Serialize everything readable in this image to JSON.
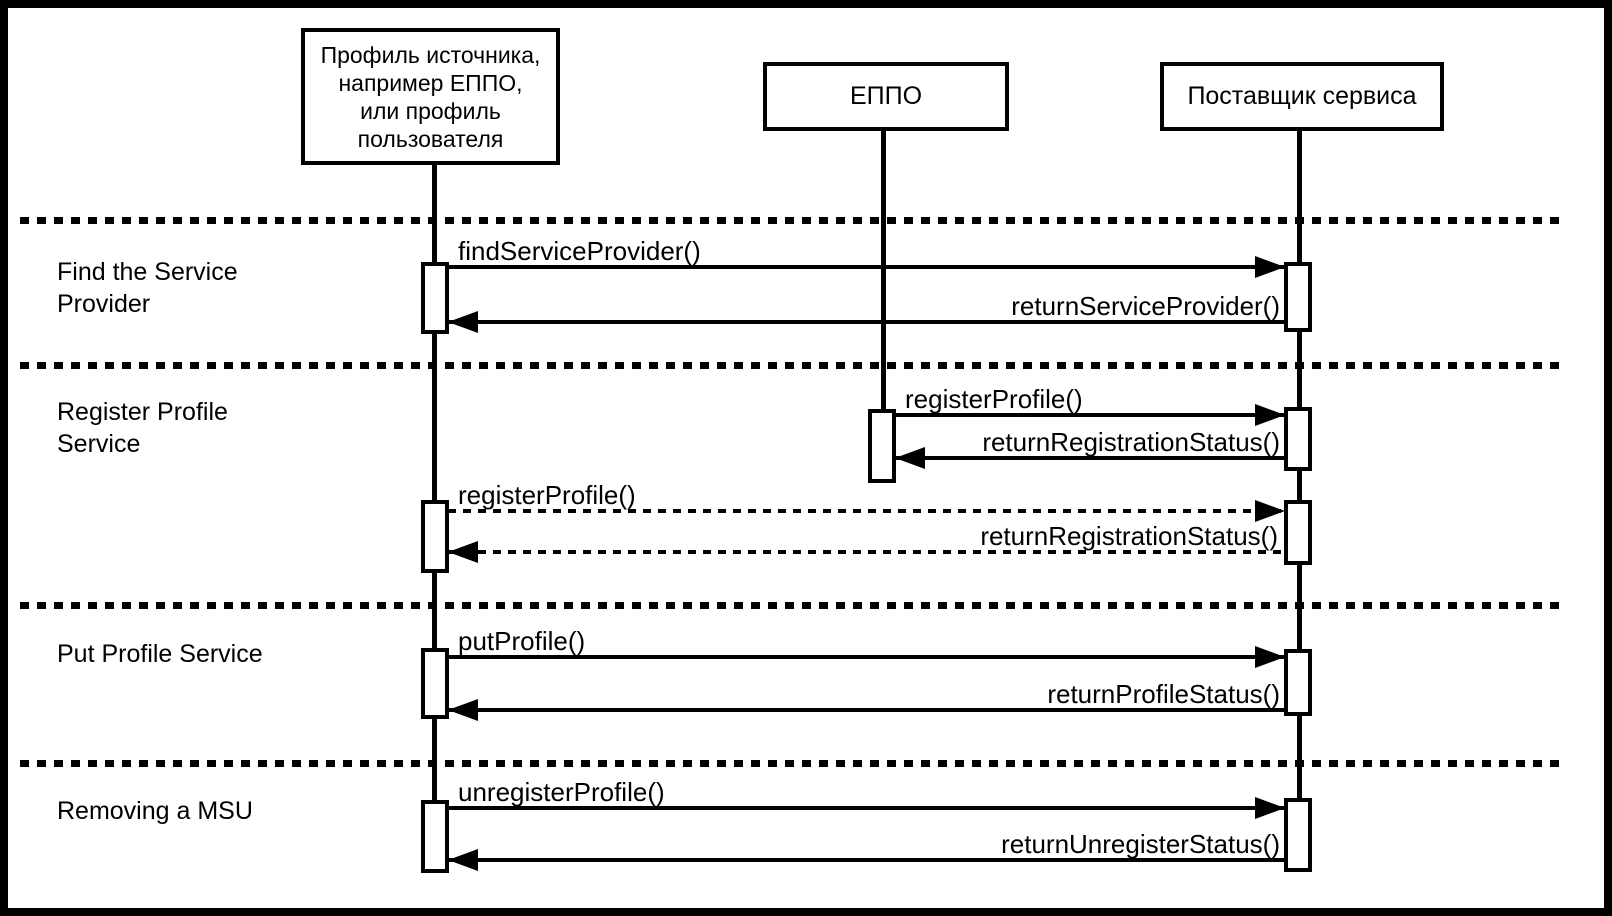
{
  "actors": {
    "source_profile": {
      "lines": [
        "Профиль источника,",
        "например ЕППО,",
        "или профиль",
        "пользователя"
      ]
    },
    "eppo": {
      "label": "ЕППО"
    },
    "service_provider": {
      "label": "Поставщик сервиса"
    }
  },
  "sections": [
    {
      "label_lines": [
        "Find the Service",
        "Provider"
      ],
      "messages": [
        {
          "text": "findServiceProvider()",
          "style": "solid",
          "direction": "right"
        },
        {
          "text": "returnServiceProvider()",
          "style": "solid",
          "direction": "left"
        }
      ]
    },
    {
      "label_lines": [
        "Register Profile",
        "Service"
      ],
      "messages": [
        {
          "text": "registerProfile()",
          "style": "solid",
          "direction": "right"
        },
        {
          "text": "returnRegistrationStatus()",
          "style": "solid",
          "direction": "left"
        },
        {
          "text": "registerProfile()",
          "style": "dotted",
          "direction": "right"
        },
        {
          "text": "returnRegistrationStatus()",
          "style": "dotted",
          "direction": "left"
        }
      ]
    },
    {
      "label_lines": [
        "Put Profile Service"
      ],
      "messages": [
        {
          "text": "putProfile()",
          "style": "solid",
          "direction": "right"
        },
        {
          "text": "returnProfileStatus()",
          "style": "solid",
          "direction": "left"
        }
      ]
    },
    {
      "label_lines": [
        "Removing a MSU"
      ],
      "messages": [
        {
          "text": "unregisterProfile()",
          "style": "solid",
          "direction": "right"
        },
        {
          "text": "returnUnregisterStatus()",
          "style": "solid",
          "direction": "left"
        }
      ]
    }
  ],
  "colors": {
    "line": "#000000",
    "background": "#ffffff"
  }
}
